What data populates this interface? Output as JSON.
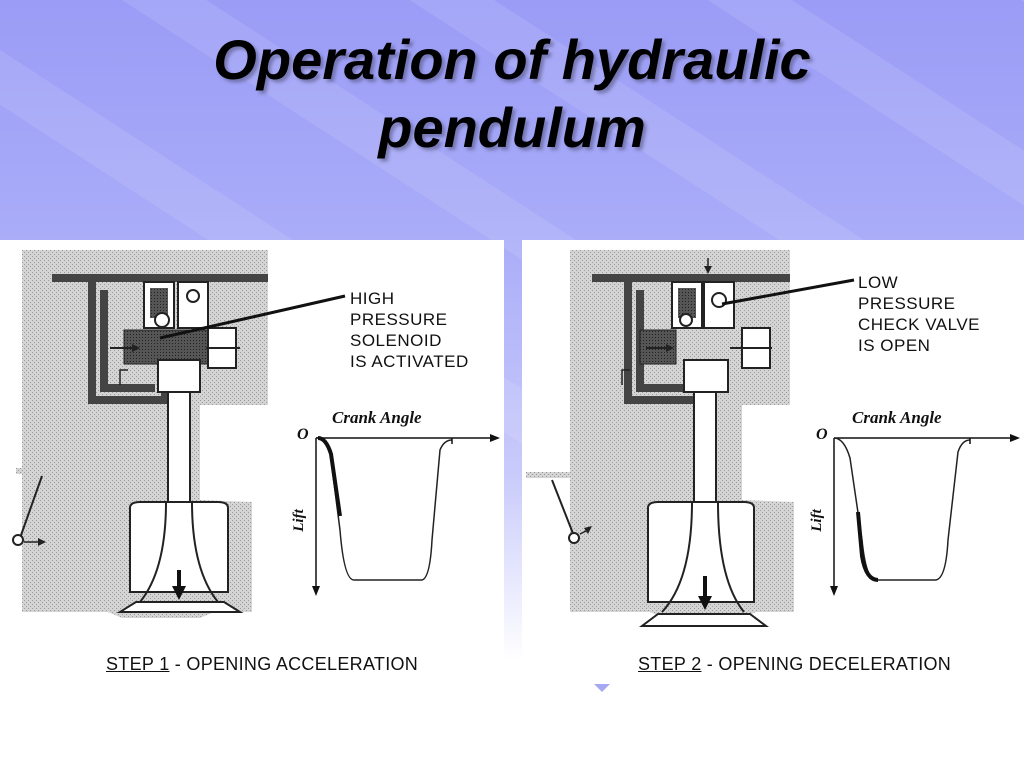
{
  "slide": {
    "title_line1": "Operation of hydraulic",
    "title_line2": "pendulum"
  },
  "panels": [
    {
      "step": "STEP 1",
      "caption_rest": " - OPENING ACCELERATION",
      "callout": [
        "HIGH",
        "PRESSURE",
        "SOLENOID",
        "IS ACTIVATED"
      ],
      "graph_x_label": "Crank Angle",
      "graph_y_label": "Lift",
      "graph_origin": "O"
    },
    {
      "step": "STEP 2",
      "caption_rest": " - OPENING DECELERATION",
      "callout": [
        "LOW",
        "PRESSURE",
        "CHECK VALVE",
        "IS OPEN"
      ],
      "graph_x_label": "Crank Angle",
      "graph_y_label": "Lift",
      "graph_origin": "O"
    }
  ],
  "colors": {
    "background_top": "#9a9cf6",
    "background_bottom": "#ffffff",
    "hatch": "#c8c8c8",
    "ink": "#111111"
  }
}
